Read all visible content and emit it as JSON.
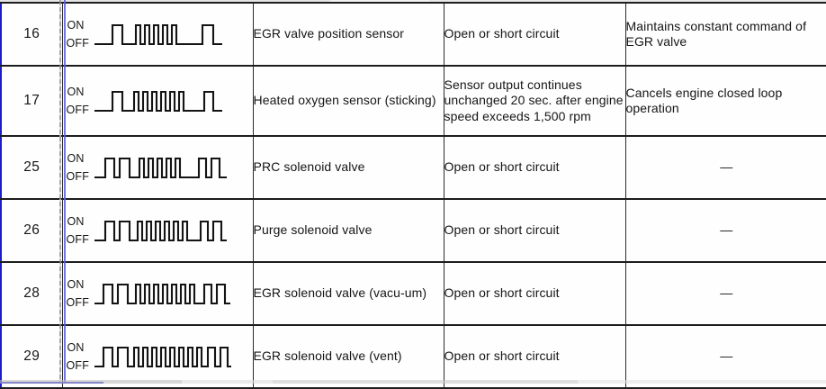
{
  "table": {
    "columns": [
      "Code No.",
      "Waveform",
      "Sensor / Component",
      "Malfunction condition",
      "Effect / Fail-safe"
    ],
    "waveform_labels": {
      "on": "ON",
      "off": "OFF"
    },
    "dash": "—",
    "rows": [
      {
        "code": "16",
        "component": "EGR valve position sensor",
        "condition": "Open or short circuit",
        "effect": "Maintains constant command of EGR valve",
        "waveform": {
          "pattern": "flat-low, 1 wide pulse, low, 6 narrow pulses, long low, 1 wide pulse",
          "wide_pulses_start": 1,
          "narrow_pulses": 6,
          "wide_pulses_end": 1
        }
      },
      {
        "code": "17",
        "component": "Heated oxygen sensor (sticking)",
        "condition": "Sensor output continues unchanged 20 sec. after engine speed exceeds 1,500 rpm",
        "effect": "Cancels engine closed loop operation",
        "waveform": {
          "pattern": "flat-low, 1 wide pulse, low, 7 narrow pulses, long low, 1 wide pulse",
          "wide_pulses_start": 1,
          "narrow_pulses": 7,
          "wide_pulses_end": 1
        }
      },
      {
        "code": "25",
        "component": "PRC solenoid valve",
        "condition": "Open or short circuit",
        "effect": "—",
        "waveform": {
          "pattern": "flat-low, 2 wide pulses, 5 narrow pulses, long low, 2 wide pulses",
          "wide_pulses_start": 2,
          "narrow_pulses": 5,
          "wide_pulses_end": 2
        }
      },
      {
        "code": "26",
        "component": "Purge solenoid valve",
        "condition": "Open or short circuit",
        "effect": "—",
        "waveform": {
          "pattern": "flat-low, 2 wide pulses, 6 narrow pulses, long low, 2 wide pulses",
          "wide_pulses_start": 2,
          "narrow_pulses": 6,
          "wide_pulses_end": 2
        }
      },
      {
        "code": "28",
        "component": "EGR solenoid valve (vacu-um)",
        "condition": "Open or short circuit",
        "effect": "—",
        "waveform": {
          "pattern": "flat-low, 2 wide pulses, 8 narrow pulses, long low, 2 wide pulses",
          "wide_pulses_start": 2,
          "narrow_pulses": 8,
          "wide_pulses_end": 2
        }
      },
      {
        "code": "29",
        "component": "EGR solenoid valve (vent)",
        "condition": "Open or short circuit",
        "effect": "—",
        "waveform": {
          "pattern": "flat-low, 2 wide pulses, 9 narrow pulses, long low, 2 wide pulses",
          "wide_pulses_start": 2,
          "narrow_pulses": 9,
          "wide_pulses_end": 2
        }
      }
    ]
  },
  "artifacts": {
    "blue_line_color": "#5a5af0",
    "border_color": "#1d1d1d",
    "code_column_border_color": "#1b1bd6",
    "text_color": "#151515",
    "background_color": "#fefefe"
  }
}
